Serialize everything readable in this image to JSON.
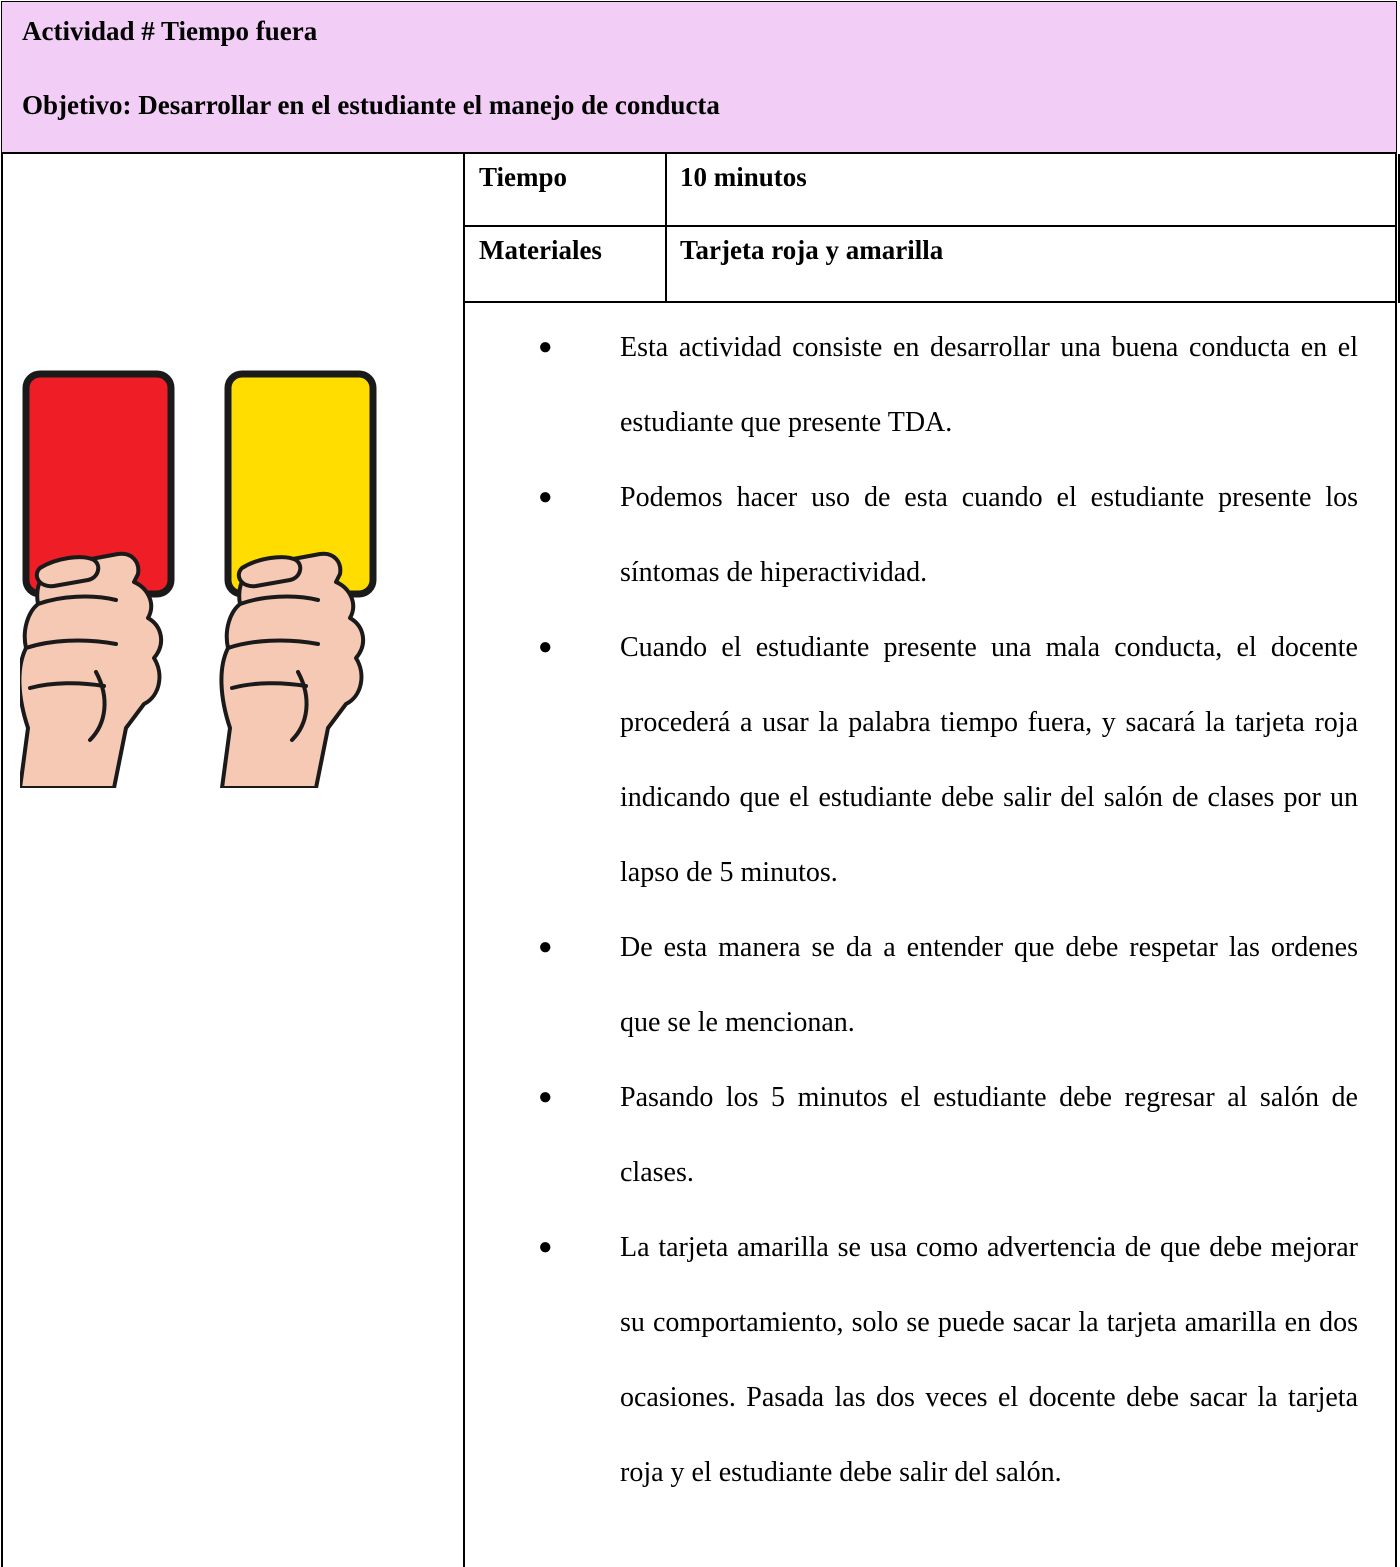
{
  "header": {
    "title": "Actividad # Tiempo fuera",
    "objective": "Objetivo: Desarrollar en el estudiante el manejo de conducta"
  },
  "info": {
    "time_label": "Tiempo",
    "time_value": "10 minutos",
    "materials_label": "Materiales",
    "materials_value": "Tarjeta roja y amarilla"
  },
  "steps": [
    "Esta actividad consiste en desarrollar una buena conducta en el estudiante que presente TDA.",
    "Podemos hacer uso de esta cuando el estudiante presente los síntomas de hiperactividad.",
    "Cuando el estudiante presente una mala conducta, el docente procederá a usar la palabra tiempo fuera, y sacará la tarjeta roja indicando que el estudiante debe salir del salón de clases por un lapso de 5 minutos.",
    "De esta manera se da a entender que debe respetar las ordenes que se le mencionan.",
    "Pasando los 5 minutos el estudiante debe regresar al salón de clases.",
    "La tarjeta amarilla se usa como advertencia de que debe mejorar su comportamiento, solo se puede sacar la tarjeta amarilla en dos ocasiones. Pasada las dos veces el docente debe sacar la tarjeta roja y el estudiante debe salir del salón."
  ],
  "illustration": {
    "icon": "red-and-yellow-card-hands-icon",
    "colors": {
      "red_card": "#ee1d26",
      "yellow_card": "#ffdd00",
      "skin": "#f6c9b5"
    }
  },
  "colors": {
    "header_bg": "#f2cdf5"
  }
}
